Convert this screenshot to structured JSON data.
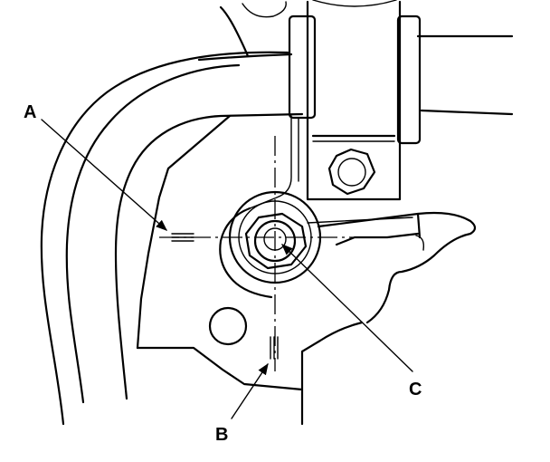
{
  "callouts": {
    "a": {
      "label": "A"
    },
    "b": {
      "label": "B"
    },
    "c": {
      "label": "C"
    }
  }
}
